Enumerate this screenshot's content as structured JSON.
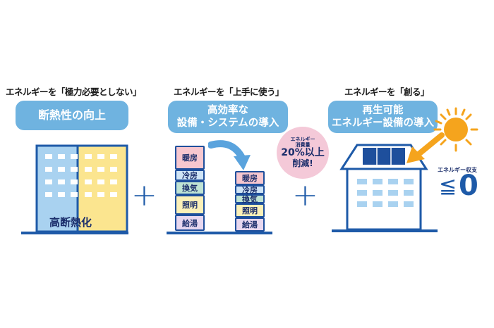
{
  "sections": [
    {
      "heading": "エネルギーを「極力必要としない」",
      "pill_lines": [
        "断熱性の向上"
      ],
      "building_label": "高断熱化"
    },
    {
      "heading": "エネルギーを「上手に使う」",
      "pill_lines": [
        "高効率な",
        "設備・システムの導入"
      ],
      "before_items": [
        "暖房",
        "冷房",
        "換気",
        "照明",
        "給湯"
      ],
      "after_items": [
        "暖房",
        "冷房",
        "換気",
        "照明",
        "給湯"
      ],
      "badge_lines": [
        "エネルギー",
        "消費量",
        "20%以上",
        "削減!"
      ]
    },
    {
      "heading": "エネルギーを「創る」",
      "pill_lines": [
        "再生可能",
        "エネルギー設備の導入"
      ],
      "balance_label": "エネルギー収支",
      "balance_symbol": "≦",
      "balance_value": "0"
    }
  ],
  "operators": [
    "+",
    "+"
  ],
  "colors": {
    "pill": "#6fb3e0",
    "navy": "#1e5aa8",
    "heating": "#f7c7cf",
    "cooling": "#cfe4f6",
    "ventilation": "#bfe3d4",
    "lighting": "#fbf0b8",
    "hotwater": "#e7d7ef",
    "badge": "#f4c9d8",
    "sun": "#f5a41d"
  },
  "icons": [
    "sun-icon",
    "solar-panel-icon",
    "arrow-icon"
  ]
}
